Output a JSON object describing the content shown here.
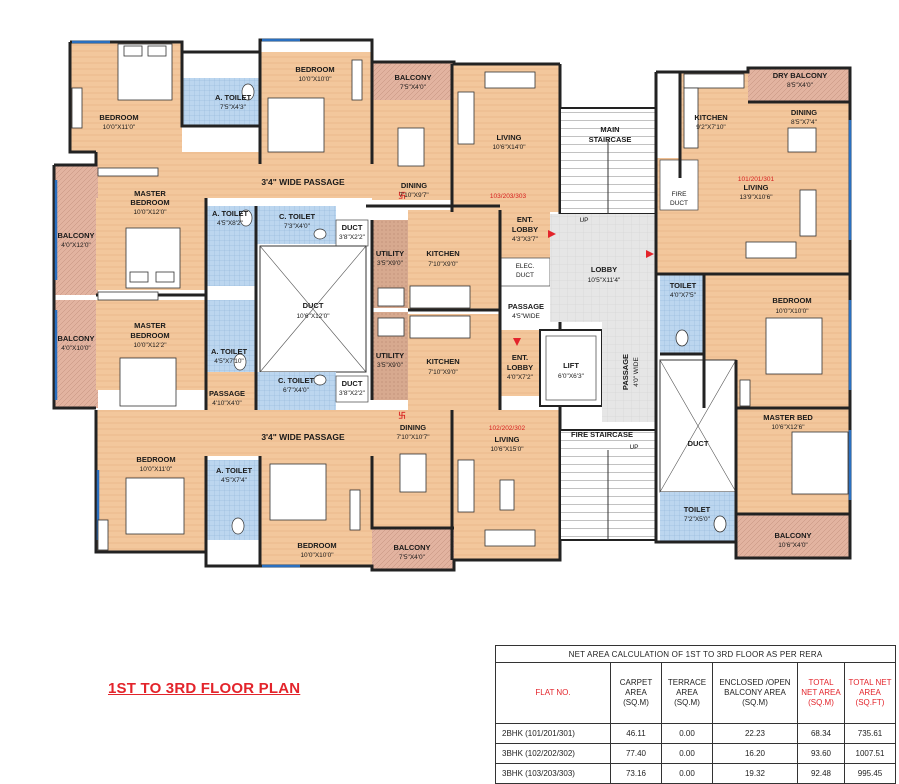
{
  "plan": {
    "title": "1ST TO 3RD FLOOR PLAN",
    "rooms": {
      "bed_tl": {
        "name": "BEDROOM",
        "dim": "10'0\"X11'0\""
      },
      "toilet_tl": {
        "name": "A. TOILET",
        "dim": "7'5\"X4'3\""
      },
      "bed_tm": {
        "name": "BEDROOM",
        "dim": "10'0\"X10'0\""
      },
      "balcony_tm": {
        "name": "BALCONY",
        "dim": "7'5\"X4'0\""
      },
      "living_103": {
        "name": "LIVING",
        "dim": "10'6\"X14'0\""
      },
      "dining_103": {
        "name": "DINING",
        "dim": "7'10\"X9'7\""
      },
      "passage_top": {
        "name": "3'4\" WIDE PASSAGE"
      },
      "flat_103_tag": "103/203/303",
      "balcony_l1": {
        "name": "BALCONY",
        "dim": "4'0\"X12'0\""
      },
      "master_bed_1": {
        "name": "MASTER BEDROOM",
        "dim": "10'0\"X12'0\""
      },
      "toilet_l1": {
        "name": "A. TOILET",
        "dim": "4'5\"X8'2\""
      },
      "ctoilet_1": {
        "name": "C. TOILET",
        "dim": "7'3\"X4'0\""
      },
      "duct_1": {
        "name": "DUCT",
        "dim": "3'8\"X2'2\""
      },
      "utility_1": {
        "name": "UTILITY",
        "dim": "3'5\"X9'0\""
      },
      "kitchen_1": {
        "name": "KITCHEN",
        "dim": "7'10\"X9'0\""
      },
      "entlobby_1": {
        "name": "ENT. LOBBY",
        "dim": "4'3\"X3'7\""
      },
      "elec_duct": {
        "name": "ELEC. DUCT"
      },
      "duct_center": {
        "name": "DUCT",
        "dim": "10'6\"X12'0\""
      },
      "balcony_l2": {
        "name": "BALCONY",
        "dim": "4'0\"X10'0\""
      },
      "master_bed_2": {
        "name": "MASTER BEDROOM",
        "dim": "10'0\"X12'2\""
      },
      "toilet_l2": {
        "name": "A. TOILET",
        "dim": "4'5\"X7'10\""
      },
      "passage_l": {
        "name": "PASSAGE",
        "dim": "4'10\"X4'0\""
      },
      "ctoilet_2": {
        "name": "C. TOILET",
        "dim": "6'7\"X4'0\""
      },
      "duct_2": {
        "name": "DUCT",
        "dim": "3'8\"X2'2\""
      },
      "utility_2": {
        "name": "UTILITY",
        "dim": "3'5\"X9'0\""
      },
      "kitchen_2": {
        "name": "KITCHEN",
        "dim": "7'10\"X9'0\""
      },
      "entlobby_2": {
        "name": "ENT. LOBBY",
        "dim": "4'0\"X7'2\""
      },
      "passage_mid": {
        "name": "PASSAGE",
        "dim": "4'5\"WIDE"
      },
      "passage_bottom": {
        "name": "3'4\" WIDE PASSAGE"
      },
      "dining_102": {
        "name": "DINING",
        "dim": "7'10\"X10'7\""
      },
      "living_102": {
        "name": "LIVING",
        "dim": "10'6\"X15'0\""
      },
      "flat_102_tag": "102/202/302",
      "bed_bl": {
        "name": "BEDROOM",
        "dim": "10'0\"X11'0\""
      },
      "toilet_bl": {
        "name": "A. TOILET",
        "dim": "4'5\"X7'4\""
      },
      "bed_bm": {
        "name": "BEDROOM",
        "dim": "10'0\"X10'0\""
      },
      "balcony_bm": {
        "name": "BALCONY",
        "dim": "7'5\"X4'0\""
      },
      "main_stair": {
        "name": "MAIN STAIRCASE",
        "up": "UP"
      },
      "lobby": {
        "name": "LOBBY",
        "dim": "10'5\"X11'4\""
      },
      "lift": {
        "name": "LIFT",
        "dim": "6'0\"X6'3\""
      },
      "passage_v": {
        "name": "PASSAGE",
        "dim": "4'0\" WIDE"
      },
      "fire_stair": {
        "name": "FIRE STAIRCASE",
        "up": "UP"
      },
      "fire_duct": {
        "name": "FIRE DUCT"
      },
      "dry_balcony": {
        "name": "DRY BALCONY",
        "dim": "8'5\"X4'0\""
      },
      "kitchen_r": {
        "name": "KITCHEN",
        "dim": "9'2\"X7'10\""
      },
      "dining_r": {
        "name": "DINING",
        "dim": "8'5\"X7'4\""
      },
      "living_r": {
        "name": "LIVING",
        "dim": "13'9\"X10'6\""
      },
      "flat_101_tag": "101/201/301",
      "toilet_r1": {
        "name": "TOILET",
        "dim": "4'0\"X7'5\""
      },
      "bed_r": {
        "name": "BEDROOM",
        "dim": "10'0\"X10'0\""
      },
      "master_bed_r": {
        "name": "MASTER BED",
        "dim": "10'6\"X12'6\""
      },
      "duct_r": {
        "name": "DUCT"
      },
      "toilet_r2": {
        "name": "TOILET",
        "dim": "7'2\"X5'0\""
      },
      "balcony_r": {
        "name": "BALCONY",
        "dim": "10'6\"X4'0\""
      }
    }
  },
  "table": {
    "caption": "NET AREA CALCULATION OF 1ST TO 3RD FLOOR AS PER RERA",
    "headers": [
      "FLAT NO.",
      "CARPET AREA (SQ.M)",
      "TERRACE AREA (SQ.M)",
      "ENCLOSED /OPEN BALCONY AREA (SQ.M)",
      "TOTAL NET AREA (SQ.M)",
      "TOTAL NET AREA (SQ.FT)"
    ],
    "rows": [
      [
        "2BHK (101/201/301)",
        "46.11",
        "0.00",
        "22.23",
        "68.34",
        "735.61"
      ],
      [
        "3BHK (102/202/302)",
        "77.40",
        "0.00",
        "16.20",
        "93.60",
        "1007.51"
      ],
      [
        "3BHK (103/203/303)",
        "73.16",
        "0.00",
        "19.32",
        "92.48",
        "995.45"
      ]
    ]
  }
}
